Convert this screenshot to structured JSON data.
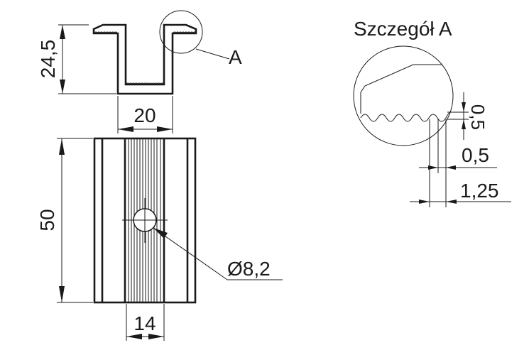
{
  "dimensions": {
    "height_profile": "24,5",
    "width_profile": "20",
    "length": "50",
    "hole_diameter": "Ø8,2",
    "rib_band_width": "14",
    "tooth_depth": "0,5",
    "tooth_width": "0,5",
    "tooth_pitch": "1,25"
  },
  "labels": {
    "detail_marker": "A",
    "detail_title": "Szczegół A"
  },
  "colors": {
    "line": "#1a1a1a",
    "background": "#ffffff"
  }
}
